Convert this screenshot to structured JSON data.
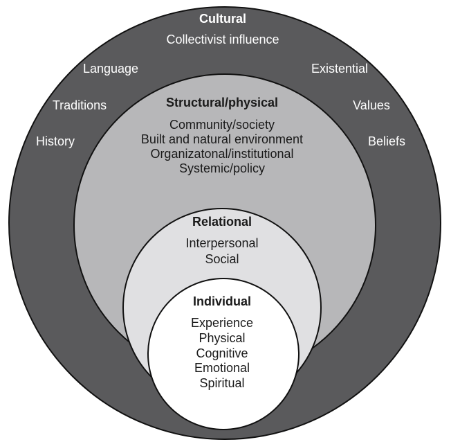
{
  "cultural": {
    "title": "Cultural",
    "subtitle": "Collectivist influence",
    "left_items": [
      "Language",
      "Traditions",
      "History"
    ],
    "right_items": [
      "Existential",
      "Values",
      "Beliefs"
    ]
  },
  "structural": {
    "title": "Structural/physical",
    "items": [
      "Community/society",
      "Built and natural environment",
      "Organizatonal/institutional",
      "Systemic/policy"
    ]
  },
  "relational": {
    "title": "Relational",
    "items": [
      "Interpersonal",
      "Social"
    ]
  },
  "individual": {
    "title": "Individual",
    "items": [
      "Experience",
      "Physical",
      "Cognitive",
      "Emotional",
      "Spiritual"
    ]
  },
  "colors": {
    "cultural_fill": "#5a5a5c",
    "structural_fill": "#b7b7b9",
    "relational_fill": "#e0e0e2",
    "individual_fill": "#ffffff",
    "outline": "#111111"
  }
}
